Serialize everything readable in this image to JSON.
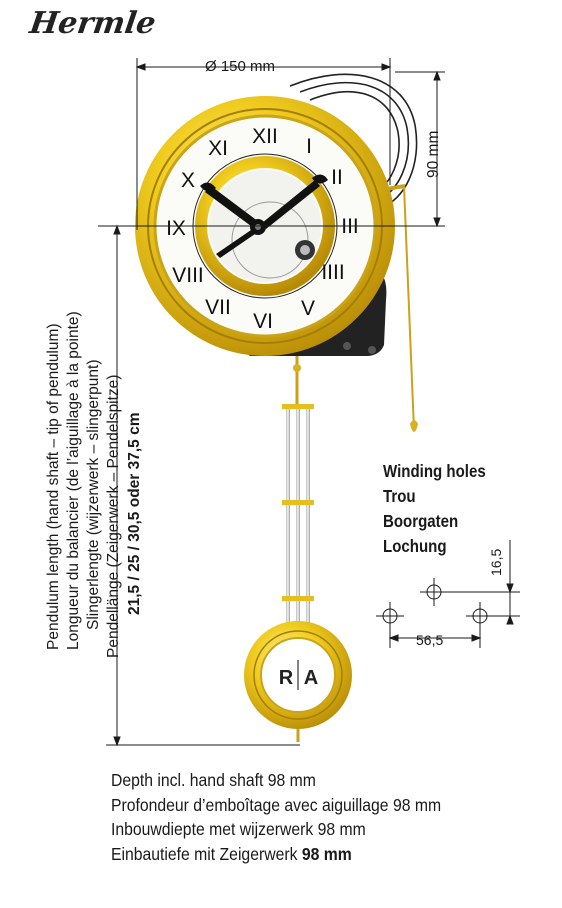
{
  "brand": {
    "logo_text": "Hermle"
  },
  "dimensions": {
    "diameter": "Ø 150 mm",
    "offset": "90 mm"
  },
  "pendulum": {
    "line1": "Pendulum length (hand shaft – tip of pendulum)",
    "line2": "Longueur du balancier (de l’aiguillage à la pointe)",
    "line3": "Slingerlengte (wijzerwerk – slingerpunt)",
    "line4": "Pendellänge (Zeigerwerk – Pendelspitze)",
    "lengths": "21,5 / 25 / 30,5 oder 37,5 cm"
  },
  "winding": {
    "titles": [
      "Winding holes",
      "Trou",
      "Boorgaten",
      "Lochung"
    ],
    "vertical": "16,5",
    "horizontal": "56,5"
  },
  "depth": {
    "en": "Depth incl. hand shaft 98 mm",
    "fr": "Profondeur d’emboîtage avec aiguillage 98 mm",
    "nl": "Inbouwdiepte met wijzerwerk 98 mm",
    "de_prefix": "Einbautiefe mit Zeigerwerk",
    "de_value": "98 mm"
  },
  "dial": {
    "numerals": [
      "XII",
      "I",
      "II",
      "III",
      "IIII",
      "V",
      "VI",
      "VII",
      "VIII",
      "IX",
      "X",
      "XI"
    ],
    "pendulum_bob_letters": [
      "R",
      "A"
    ]
  },
  "colors": {
    "brass": "#e8c21a",
    "brass_dark": "#b8900a",
    "line": "#1a1a1a"
  }
}
